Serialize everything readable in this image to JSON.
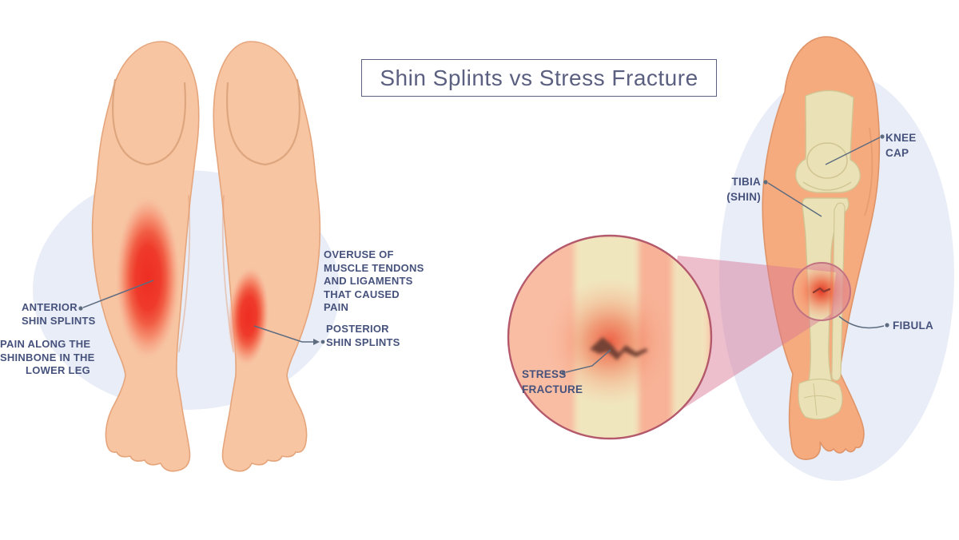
{
  "title": "Shin Splints vs Stress Fracture",
  "colors": {
    "label_text": "#46527C",
    "title_text": "#5B5F80",
    "front_leg_skin": "#F7C5A2",
    "right_leg_skin": "#F5AB7E",
    "bone": "#EAE2B6",
    "inflammation_red": "#EE3125",
    "background_ellipse": "#E9EDF7",
    "magnifier_fill": "#F9BDA3",
    "magnifier_border": "#B4596B",
    "magnification_cone_pink": "#D97895",
    "fracture_crack_brown": "#744235",
    "leader_line": "#5E6C80"
  },
  "left_panel": {
    "anterior_label": {
      "lines": [
        "ANTERIOR",
        "SHIN SPLINTS"
      ]
    },
    "anterior_note": {
      "lines": [
        "PAIN ALONG THE",
        "SHINBONE IN THE",
        "LOWER LEG"
      ]
    },
    "overuse_note": {
      "lines": [
        "OVERUSE OF",
        "MUSCLE TENDONS",
        "AND LIGAMENTS",
        "THAT CAUSED",
        "PAIN"
      ]
    },
    "posterior_label": {
      "lines": [
        "POSTERIOR",
        "SHIN SPLINTS"
      ]
    }
  },
  "magnifier": {
    "label": {
      "lines": [
        "STRESS",
        "FRACTURE"
      ]
    }
  },
  "right_panel": {
    "knee_cap_label": {
      "lines": [
        "KNEE",
        "CAP"
      ]
    },
    "tibia_label": {
      "lines": [
        "TIBIA",
        "(SHIN)"
      ]
    },
    "fibula_label": {
      "lines": [
        "FIBULA"
      ]
    }
  }
}
